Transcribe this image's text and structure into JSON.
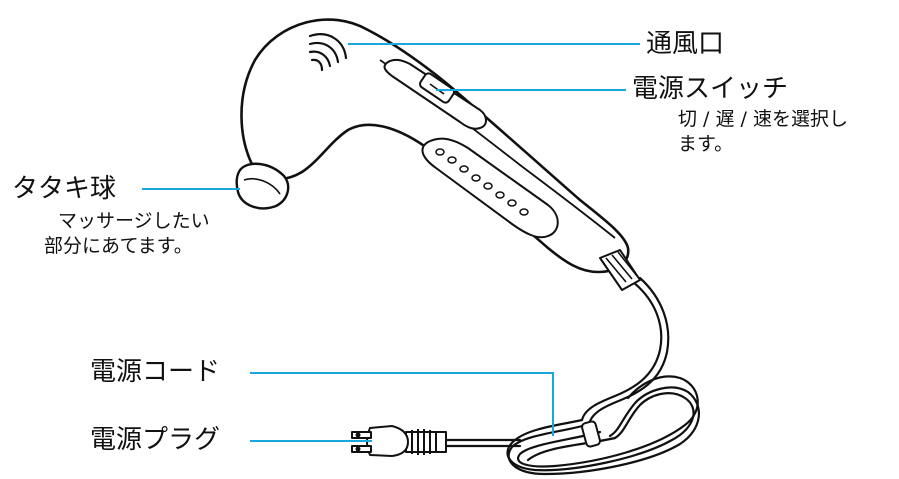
{
  "labels": {
    "vent": "通風口",
    "power_switch": "電源スイッチ",
    "power_switch_desc_1": "切 / 遅 / 速を選択し",
    "power_switch_desc_2": "ます。",
    "tapping_ball": "タタキ球",
    "tapping_ball_desc_1": "マッサージしたい",
    "tapping_ball_desc_2": "部分にあてます。",
    "power_cord": "電源コード",
    "power_plug": "電源プラグ"
  },
  "colors": {
    "leader_line": "#1aa7e0",
    "outline": "#111111",
    "body_fill": "#ffffff"
  }
}
